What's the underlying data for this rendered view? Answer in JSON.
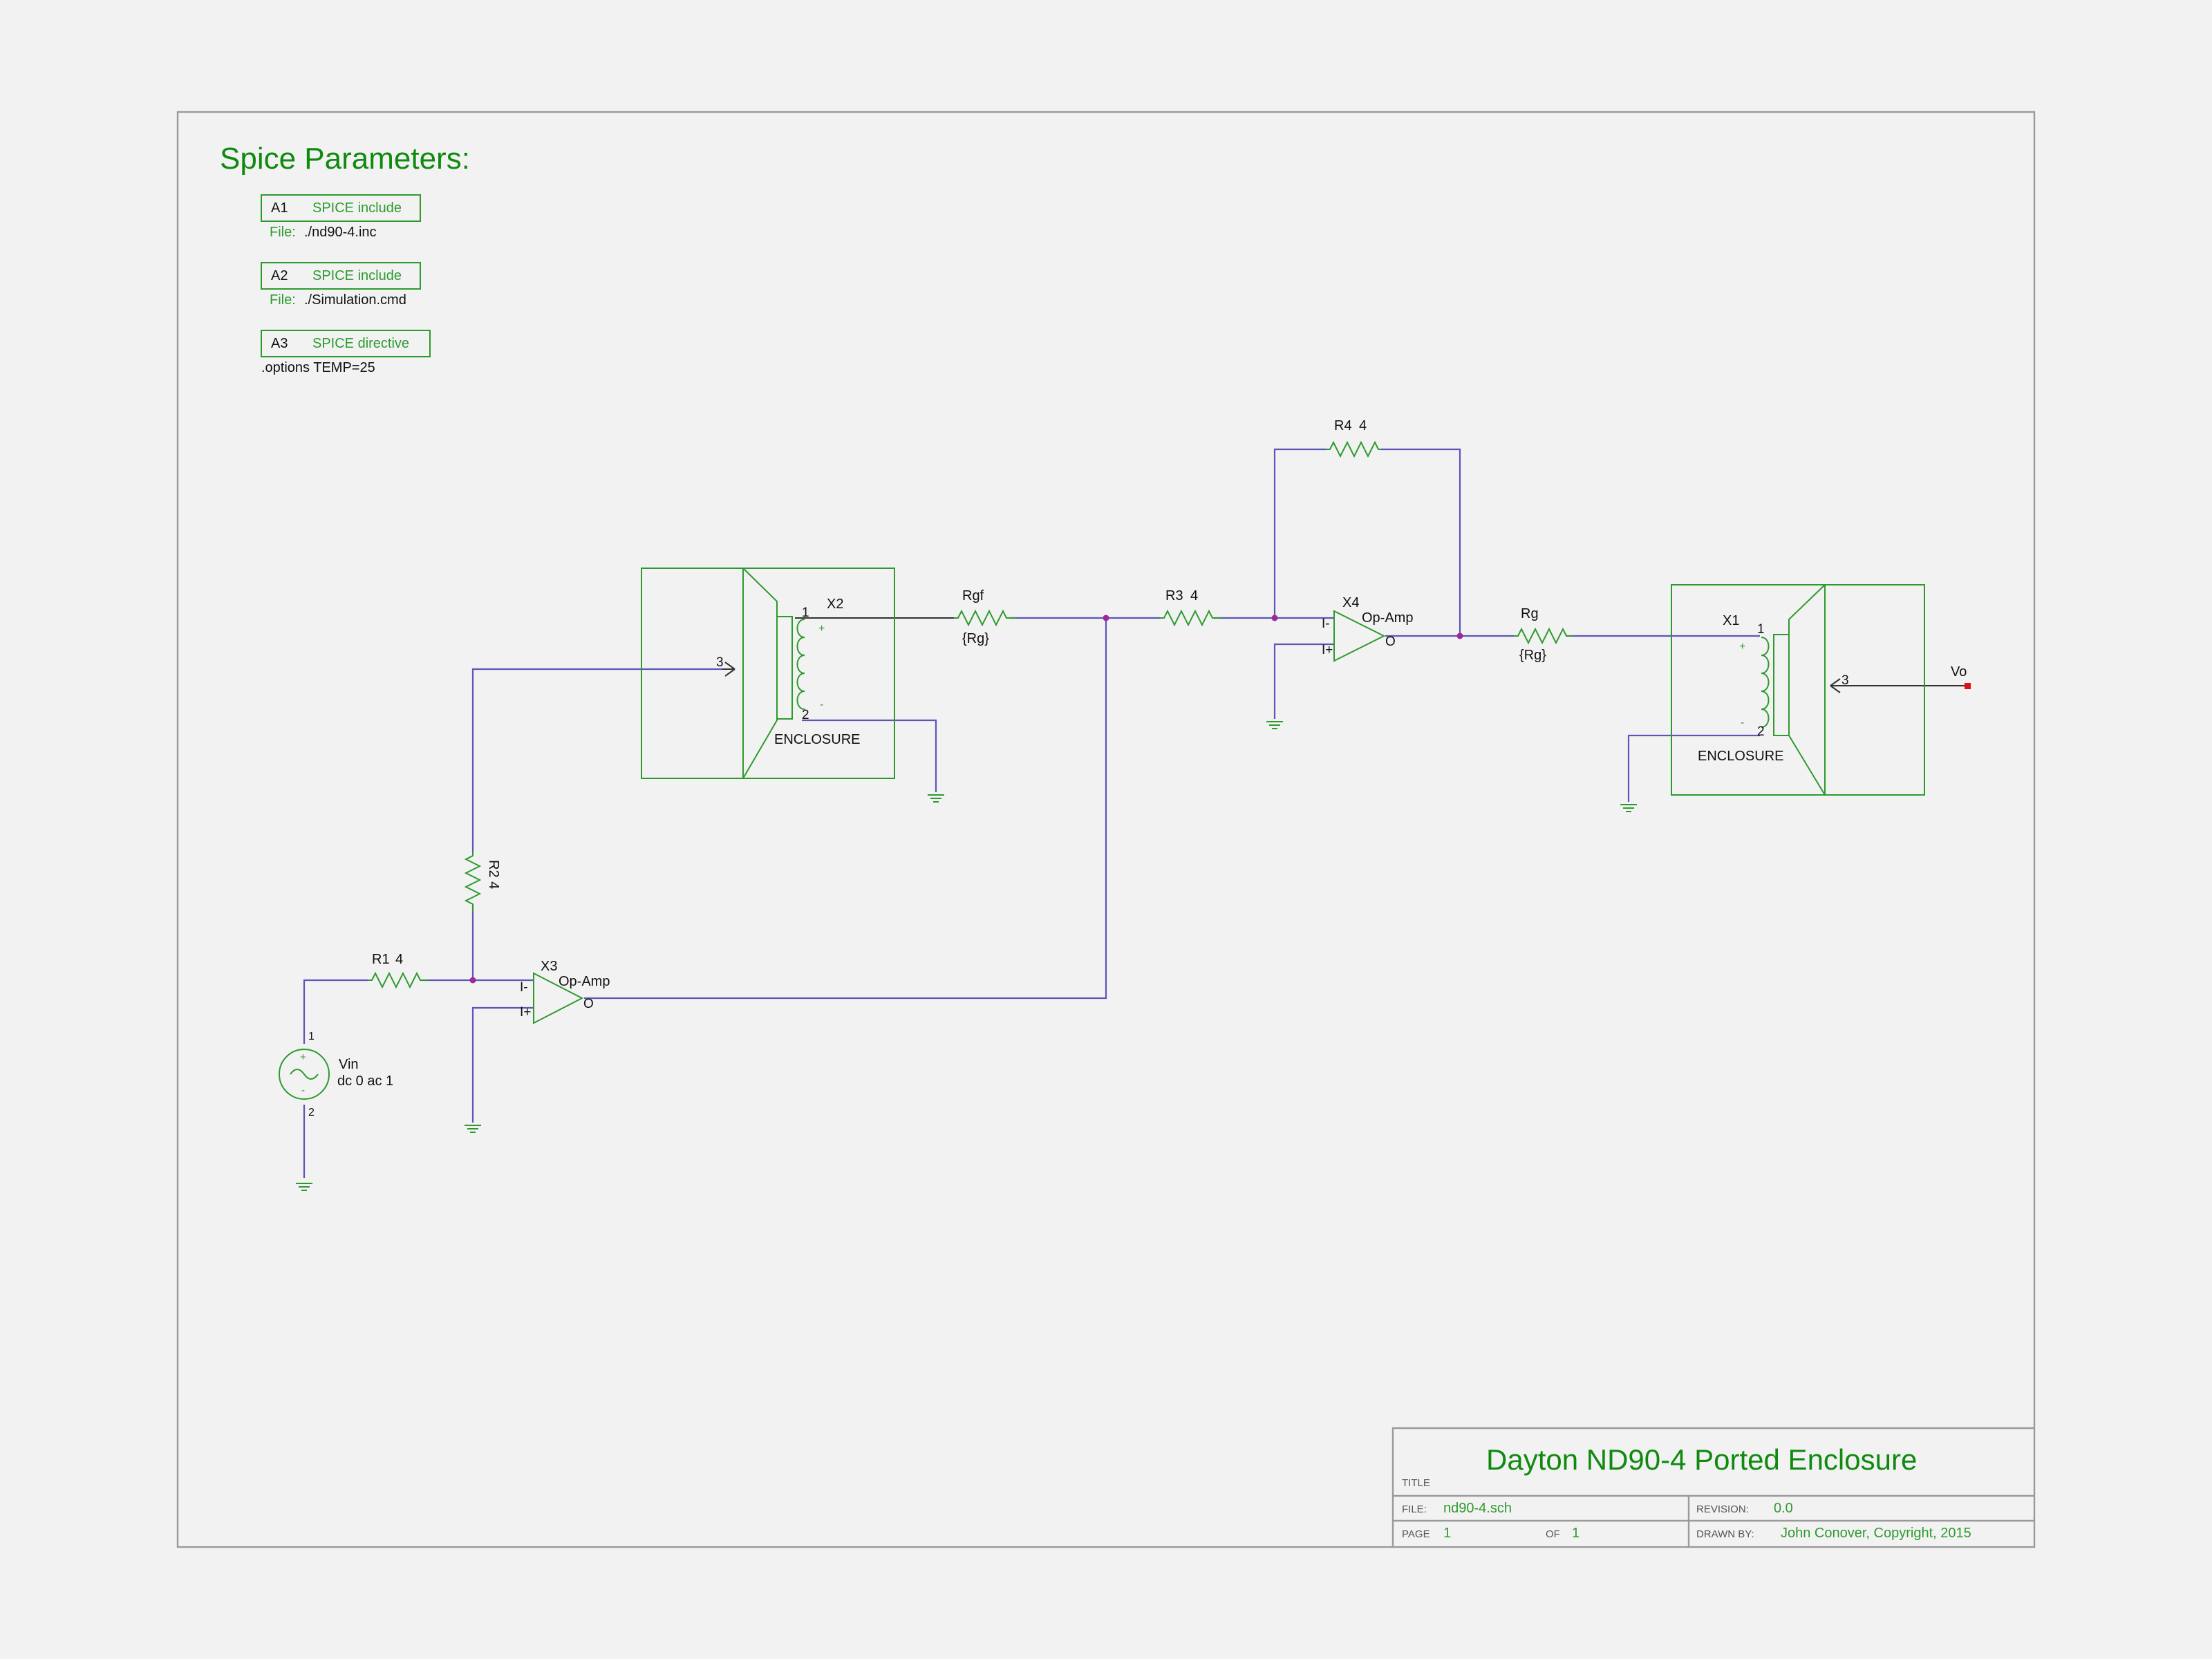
{
  "spice": {
    "heading": "Spice Parameters:",
    "blocks": [
      {
        "id": "A1",
        "kind": "SPICE include",
        "file_label": "File:",
        "file": "./nd90-4.inc"
      },
      {
        "id": "A2",
        "kind": "SPICE include",
        "file_label": "File:",
        "file": "./Simulation.cmd"
      },
      {
        "id": "A3",
        "kind": "SPICE directive",
        "directive": ".options TEMP=25"
      }
    ]
  },
  "components": {
    "vin": {
      "name": "Vin",
      "value": "dc 0 ac 1",
      "pin1": "1",
      "pin2": "2",
      "plus": "+",
      "minus": "-"
    },
    "r1": {
      "name": "R1",
      "value": "4"
    },
    "r2": {
      "name": "R2",
      "value": "4"
    },
    "r3": {
      "name": "R3",
      "value": "4"
    },
    "r4": {
      "name": "R4",
      "value": "4"
    },
    "rgf": {
      "name": "Rgf",
      "value": "{Rg}"
    },
    "rg": {
      "name": "Rg",
      "value": "{Rg}"
    },
    "x3": {
      "name": "X3",
      "model": "Op-Amp",
      "inv": "I-",
      "noninv": "I+",
      "out": "O"
    },
    "x4": {
      "name": "X4",
      "model": "Op-Amp",
      "inv": "I-",
      "noninv": "I+",
      "out": "O"
    },
    "x2": {
      "name": "X2",
      "label": "ENCLOSURE",
      "pin1": "1",
      "pin2": "2",
      "pin3": "3",
      "plus": "+",
      "minus": "-"
    },
    "x1": {
      "name": "X1",
      "label": "ENCLOSURE",
      "pin1": "1",
      "pin2": "2",
      "pin3": "3",
      "plus": "+",
      "minus": "-"
    },
    "vo": {
      "name": "Vo"
    }
  },
  "title_block": {
    "title": "Dayton ND90-4 Ported Enclosure",
    "title_label": "TITLE",
    "file_label": "FILE:",
    "file": "nd90-4.sch",
    "revision_label": "REVISION:",
    "revision": "0.0",
    "page_label": "PAGE",
    "page": "1",
    "of_label": "OF",
    "of": "1",
    "drawn_by_label": "DRAWN BY:",
    "drawn_by": "John Conover, Copyright, 2015"
  },
  "colors": {
    "symbol": "#2e9a2e",
    "wire": "#5b56b8",
    "junction": "#9a2a9a",
    "probe": "#e01010",
    "title": "#0f8a0f"
  }
}
